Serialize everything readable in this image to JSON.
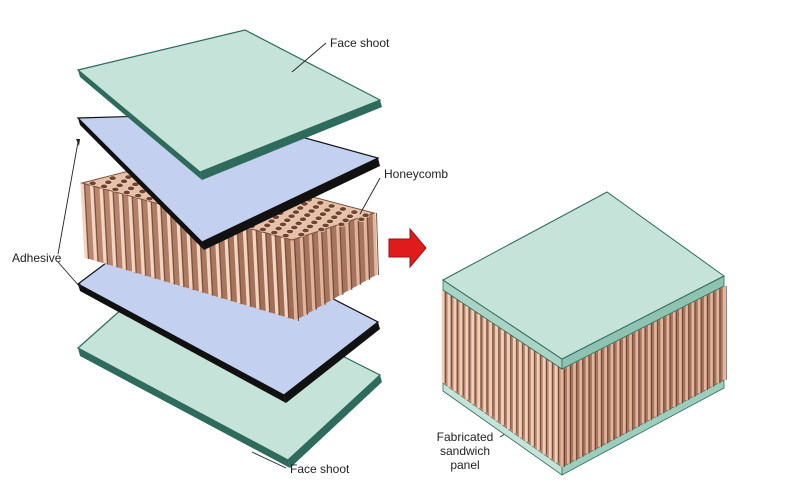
{
  "labels": {
    "face_sheet_top": "Face shoot",
    "honeycomb": "Honeycomb",
    "adhesive": "Adhesive",
    "face_sheet_bottom": "Face shoot",
    "fabricated_line1": "Fabricated",
    "fabricated_line2": "sandwich",
    "fabricated_line3": "panel"
  },
  "colors": {
    "face_sheet": "#c5e3d8",
    "face_sheet_edge": "#2e6b5c",
    "adhesive": "#c3d0f0",
    "adhesive_edge": "#111111",
    "honeycomb_light": "#e8c4ae",
    "honeycomb_dark": "#8a5a43",
    "arrow": "#e01b1b"
  },
  "icons": {
    "process_arrow": "arrow-right-icon"
  }
}
